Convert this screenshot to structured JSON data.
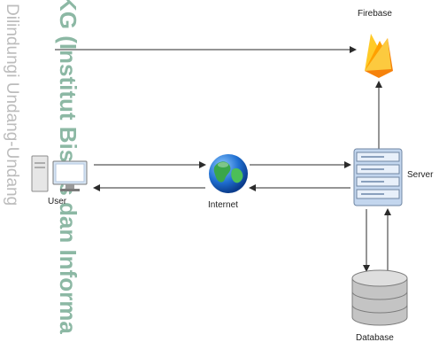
{
  "watermark": {
    "side_text": "Dilindungi Undang-Undang",
    "center_text": "KG (Institut Bisnis dan Informa"
  },
  "nodes": {
    "firebase": "Firebase",
    "user": "User",
    "internet": "Internet",
    "server": "Server",
    "database": "Database"
  },
  "colors": {
    "line": "#2b2b2b",
    "firebase_flame": "#f4b400",
    "firebase_dark": "#f57c00",
    "server_body": "#b8cfe8",
    "database_body": "#b9b9b9"
  }
}
